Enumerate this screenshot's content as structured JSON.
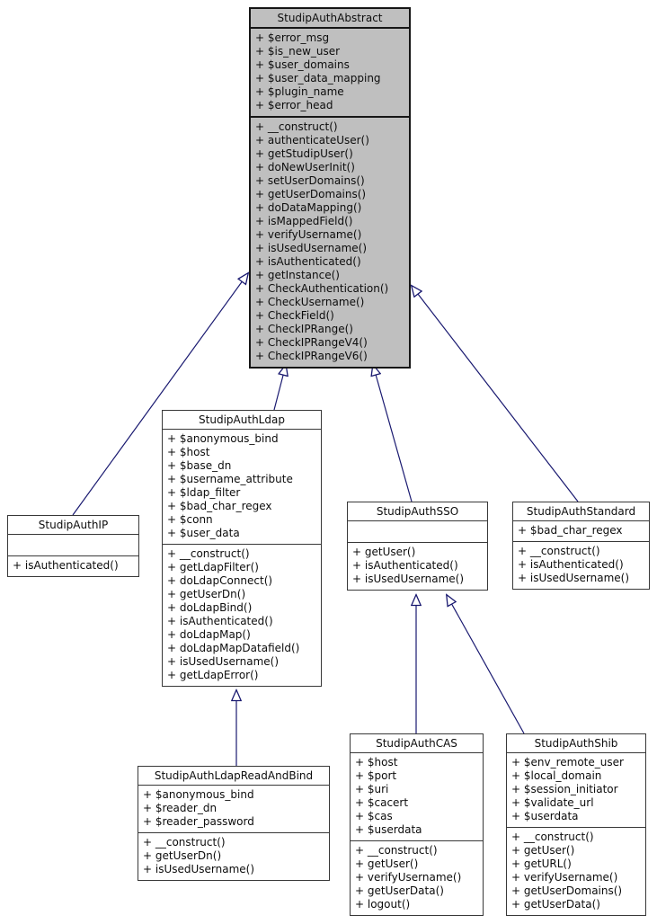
{
  "diagram": {
    "kind": "uml-class-inheritance",
    "colors": {
      "background": "#ffffff",
      "edge": "#191970",
      "focus_fill": "#bfbfbf",
      "box_fill": "#ffffff",
      "border": "#383838"
    }
  },
  "classes": {
    "abstract": {
      "name": "StudipAuthAbstract",
      "attributes": [
        "+ $error_msg",
        "+ $is_new_user",
        "+ $user_domains",
        "+ $user_data_mapping",
        "+ $plugin_name",
        "+ $error_head"
      ],
      "methods": [
        "+ __construct()",
        "+ authenticateUser()",
        "+ getStudipUser()",
        "+ doNewUserInit()",
        "+ setUserDomains()",
        "+ getUserDomains()",
        "+ doDataMapping()",
        "+ isMappedField()",
        "+ verifyUsername()",
        "+ isUsedUsername()",
        "+ isAuthenticated()",
        "+ getInstance()",
        "+ CheckAuthentication()",
        "+ CheckUsername()",
        "+ CheckField()",
        "+ CheckIPRange()",
        "+ CheckIPRangeV4()",
        "+ CheckIPRangeV6()"
      ]
    },
    "ip": {
      "name": "StudipAuthIP",
      "attributes": [],
      "methods": [
        "+ isAuthenticated()"
      ]
    },
    "ldap": {
      "name": "StudipAuthLdap",
      "attributes": [
        "+ $anonymous_bind",
        "+ $host",
        "+ $base_dn",
        "+ $username_attribute",
        "+ $ldap_filter",
        "+ $bad_char_regex",
        "+ $conn",
        "+ $user_data"
      ],
      "methods": [
        "+ __construct()",
        "+ getLdapFilter()",
        "+ doLdapConnect()",
        "+ getUserDn()",
        "+ doLdapBind()",
        "+ isAuthenticated()",
        "+ doLdapMap()",
        "+ doLdapMapDatafield()",
        "+ isUsedUsername()",
        "+ getLdapError()"
      ]
    },
    "sso": {
      "name": "StudipAuthSSO",
      "attributes": [],
      "methods": [
        "+ getUser()",
        "+ isAuthenticated()",
        "+ isUsedUsername()"
      ]
    },
    "standard": {
      "name": "StudipAuthStandard",
      "attributes": [
        "+ $bad_char_regex"
      ],
      "methods": [
        "+ __construct()",
        "+ isAuthenticated()",
        "+ isUsedUsername()"
      ]
    },
    "ldap_read_and_bind": {
      "name": "StudipAuthLdapReadAndBind",
      "attributes": [
        "+ $anonymous_bind",
        "+ $reader_dn",
        "+ $reader_password"
      ],
      "methods": [
        "+ __construct()",
        "+ getUserDn()",
        "+ isUsedUsername()"
      ]
    },
    "cas": {
      "name": "StudipAuthCAS",
      "attributes": [
        "+ $host",
        "+ $port",
        "+ $uri",
        "+ $cacert",
        "+ $cas",
        "+ $userdata"
      ],
      "methods": [
        "+ __construct()",
        "+ getUser()",
        "+ verifyUsername()",
        "+ getUserData()",
        "+ logout()"
      ]
    },
    "shib": {
      "name": "StudipAuthShib",
      "attributes": [
        "+ $env_remote_user",
        "+ $local_domain",
        "+ $session_initiator",
        "+ $validate_url",
        "+ $userdata"
      ],
      "methods": [
        "+ __construct()",
        "+ getUser()",
        "+ getURL()",
        "+ verifyUsername()",
        "+ getUserDomains()",
        "+ getUserData()"
      ]
    }
  },
  "edges": [
    {
      "from": "StudipAuthIP",
      "to": "StudipAuthAbstract",
      "type": "public-inheritance"
    },
    {
      "from": "StudipAuthLdap",
      "to": "StudipAuthAbstract",
      "type": "public-inheritance"
    },
    {
      "from": "StudipAuthSSO",
      "to": "StudipAuthAbstract",
      "type": "public-inheritance"
    },
    {
      "from": "StudipAuthStandard",
      "to": "StudipAuthAbstract",
      "type": "public-inheritance"
    },
    {
      "from": "StudipAuthLdapReadAndBind",
      "to": "StudipAuthLdap",
      "type": "public-inheritance"
    },
    {
      "from": "StudipAuthCAS",
      "to": "StudipAuthSSO",
      "type": "public-inheritance"
    },
    {
      "from": "StudipAuthShib",
      "to": "StudipAuthSSO",
      "type": "public-inheritance"
    }
  ]
}
